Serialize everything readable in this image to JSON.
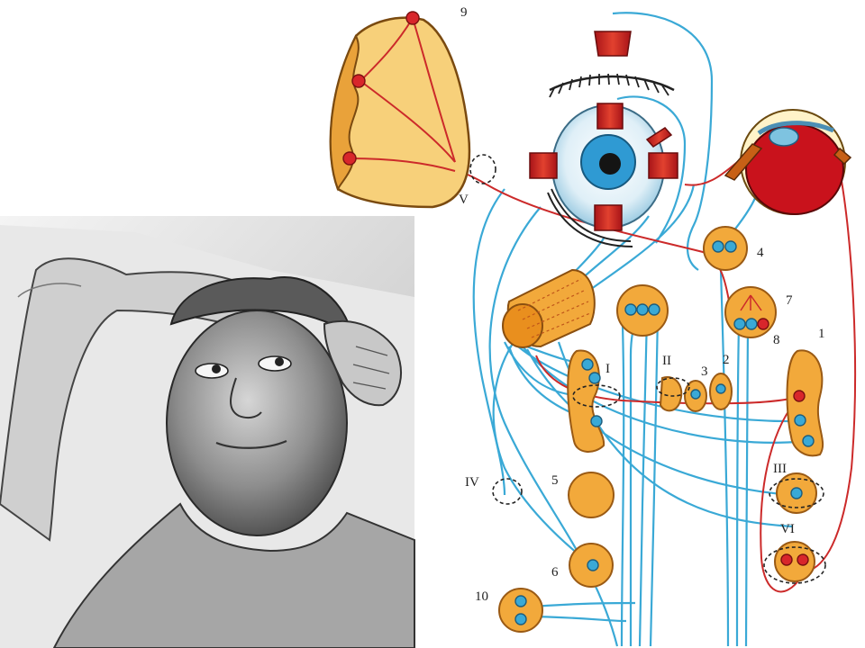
{
  "diagram": {
    "photo": {
      "icon": "patient-photo-icon"
    },
    "labels": {
      "n1": "1",
      "n2": "2",
      "n3": "3",
      "n4": "4",
      "n5": "5",
      "n6": "6",
      "n7": "7",
      "n8": "8",
      "n9": "9",
      "n10": "10",
      "rI": "I",
      "rII": "II",
      "rIII": "III",
      "rIV": "IV",
      "rV": "V",
      "rVI": "VI"
    },
    "colors": {
      "nerve_blue": "#3aa9d6",
      "nerve_red": "#cc2a2a",
      "nucleus_orange": "#f2a93b",
      "cortex_light": "#f7d07a",
      "muscle_red": "#d8262b"
    }
  }
}
